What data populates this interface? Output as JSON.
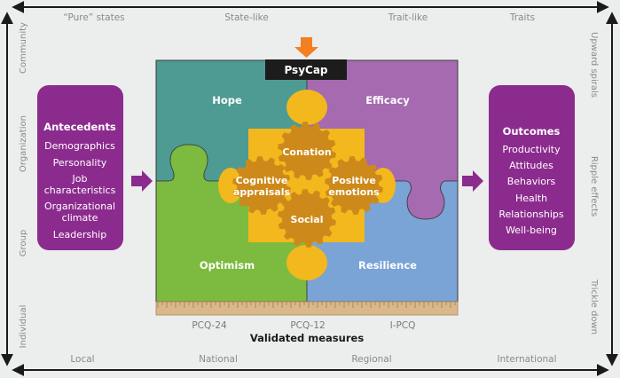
{
  "top_scale": [
    "“Pure” states",
    "State-like",
    "Trait-like",
    "Traits"
  ],
  "bottom_scale": [
    "Local",
    "National",
    "Regional",
    "International"
  ],
  "left_scale": [
    "Community",
    "Organization",
    "Group",
    "Individual"
  ],
  "right_scale": [
    "Upward spirals",
    "Ripple effects",
    "Trickle down"
  ],
  "center_title": "PsyCap",
  "quadrants": {
    "hope": "Hope",
    "efficacy": "Efficacy",
    "optimism": "Optimism",
    "resilience": "Resilience"
  },
  "gears": {
    "conation": "Conation",
    "cognitive": [
      "Cognitive",
      "appraisals"
    ],
    "positive": [
      "Positive",
      "emotions"
    ],
    "social": "Social"
  },
  "antecedents": {
    "title": "Antecedents",
    "items": [
      "Demographics",
      "Personality",
      "Job",
      "characteristics",
      "Organizational",
      "climate",
      "Leadership"
    ]
  },
  "outcomes": {
    "title": "Outcomes",
    "items": [
      "Productivity",
      "Attitudes",
      "Behaviors",
      "Health",
      "Relationships",
      "Well-being"
    ]
  },
  "measures": {
    "items": [
      "PCQ-24",
      "PCQ-12",
      "I-PCQ"
    ],
    "title": "Validated measures"
  },
  "colors": {
    "hope": "#4e9b93",
    "efficacy": "#a56ab0",
    "optimism": "#7cbb3f",
    "resilience": "#7aa3d6",
    "gear_bg": "#f2b81d",
    "gear": "#cd8a1a",
    "panel": "#8c2b8e",
    "arrow_top": "#f47f20"
  }
}
